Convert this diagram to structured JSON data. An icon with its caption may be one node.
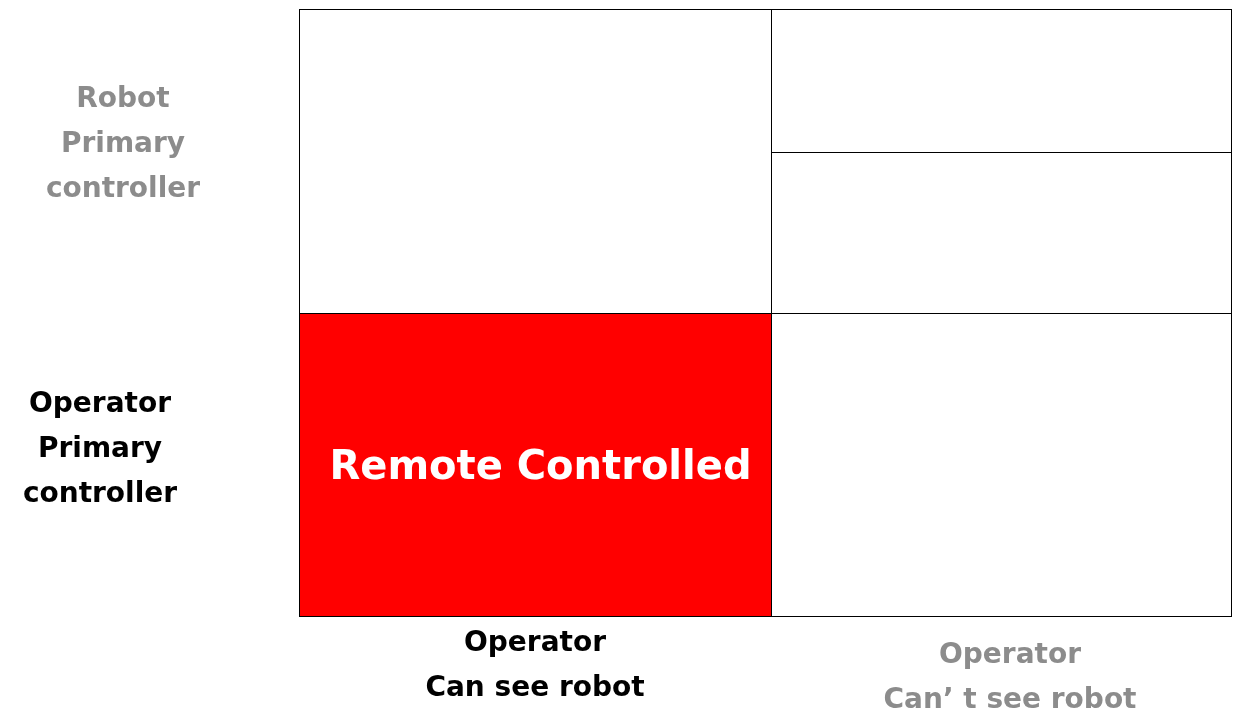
{
  "diagram": {
    "nodes": [
      {
        "text": [],
        "shape": "box"
      },
      {
        "text": [],
        "shape": "box"
      },
      {
        "text": [],
        "shape": "box"
      },
      {
        "text": [
          "Remote Controlled"
        ]
      },
      {
        "text": [],
        "shape": "box"
      }
    ],
    "labels": [
      "Robot Primary controller",
      "Operator Primary controller",
      "Operator Can see robot",
      "Operator Can’ t see robot"
    ]
  }
}
